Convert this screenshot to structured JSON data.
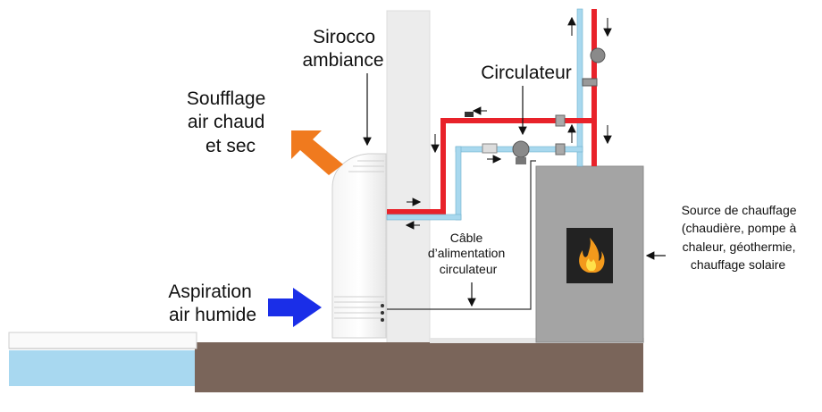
{
  "labels": {
    "sirocco": [
      "Sirocco",
      "ambiance"
    ],
    "soufflage": [
      "Soufflage",
      "air chaud",
      "et sec"
    ],
    "circulateur": "Circulateur",
    "aspiration": [
      "Aspiration",
      "air humide"
    ],
    "cable": [
      "Câble",
      "d’alimentation",
      "circulateur"
    ],
    "source": [
      "Source de chauffage",
      "(chaudière, pompe à",
      "chaleur, géothermie,",
      "chauffage solaire"
    ]
  },
  "colors": {
    "hot_pipe": "#e8222a",
    "cold_pipe": "#a8d8ee",
    "hot_air_arrow": "#f07a1e",
    "humid_air_arrow": "#1a2ee8",
    "boiler": "#a4a4a4",
    "floor": "#7a655a",
    "wall": "#eeeeee",
    "pool_water": "#a8d8f0"
  },
  "icons": {
    "flame": "flame-icon"
  }
}
